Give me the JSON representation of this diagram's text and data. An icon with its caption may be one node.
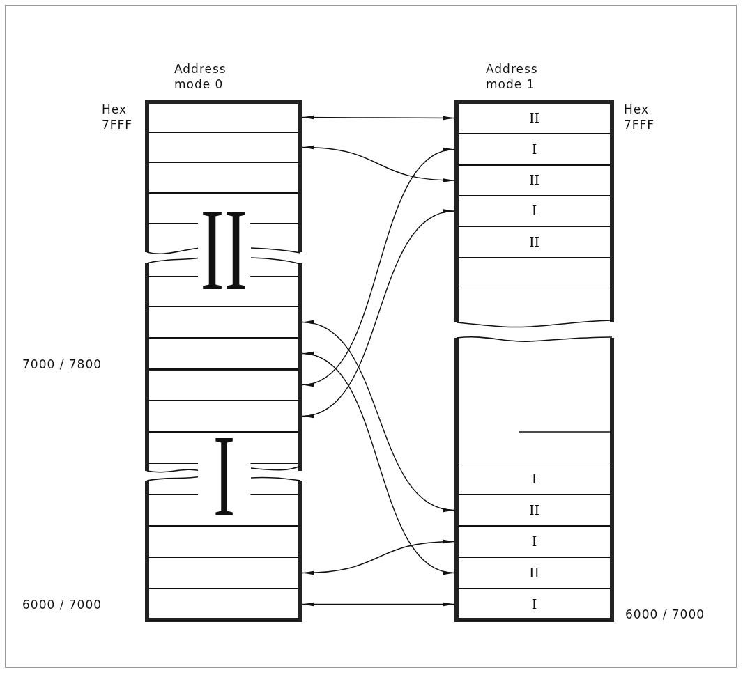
{
  "diagram": {
    "nodes": [
      {
        "text": [
          "Address mode 0"
        ]
      },
      {
        "text": [],
        "shape": "box",
        "in": 0
      },
      {
        "text": [],
        "shape": "box",
        "in": 0
      },
      {
        "text": [],
        "shape": "box",
        "in": 0
      },
      {
        "text": [],
        "shape": "box",
        "in": 0
      },
      {
        "text": [],
        "shape": "box",
        "in": 0
      },
      {
        "text": [],
        "shape": "box",
        "in": 0
      },
      {
        "text": [],
        "shape": "box",
        "in": 0
      },
      {
        "text": [],
        "shape": "box",
        "in": 0
      },
      {
        "text": [],
        "shape": "box",
        "in": 0
      },
      {
        "text": [],
        "shape": "box",
        "in": 0
      },
      {
        "text": [],
        "shape": "box",
        "in": 0
      },
      {
        "text": [],
        "shape": "box",
        "in": 0
      },
      {
        "text": [],
        "shape": "box",
        "in": 0
      },
      {
        "text": [],
        "shape": "box",
        "in": 0
      },
      {
        "text": [
          "Address mode 1"
        ]
      },
      {
        "text": [
          "II"
        ],
        "in": 15
      },
      {
        "text": [
          "I"
        ],
        "in": 15
      },
      {
        "text": [
          "II"
        ],
        "in": 15
      },
      {
        "text": [
          "I"
        ],
        "in": 15
      },
      {
        "text": [
          "II"
        ],
        "in": 15
      },
      {
        "text": [],
        "shape": "box",
        "in": 15
      },
      {
        "text": [
          "I"
        ],
        "in": 15
      },
      {
        "text": [
          "II"
        ],
        "in": 15
      },
      {
        "text": [
          "I"
        ],
        "in": 15
      },
      {
        "text": [
          "II"
        ],
        "in": 15
      },
      {
        "text": [
          "I"
        ],
        "in": 15
      }
    ],
    "edges": [
      {
        "from": 1,
        "to": 16,
        "arrow": "both"
      },
      {
        "from": 2,
        "to": 18,
        "arrow": "both"
      },
      {
        "from": 8,
        "to": 17,
        "arrow": "both"
      },
      {
        "from": 9,
        "to": 19,
        "arrow": "both"
      },
      {
        "from": 6,
        "to": 23,
        "arrow": "both"
      },
      {
        "from": 7,
        "to": 25,
        "arrow": "both"
      },
      {
        "from": 13,
        "to": 24,
        "arrow": "both"
      },
      {
        "from": 14,
        "to": 26,
        "arrow": "both"
      }
    ],
    "labels": [
      "Hex 7FFF",
      "Hex 7FFF",
      "II",
      "7000 / 7800",
      "I",
      "6000 / 7000",
      "6000 / 7000"
    ]
  }
}
